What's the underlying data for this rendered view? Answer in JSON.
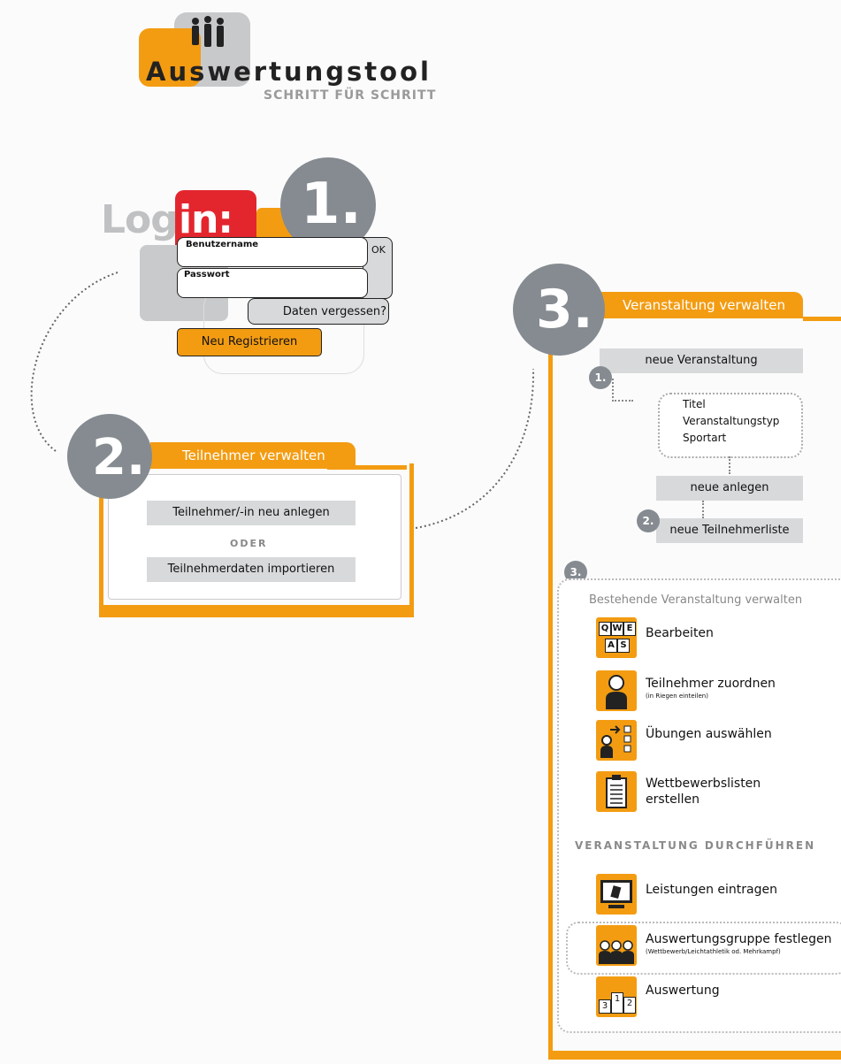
{
  "header": {
    "title": "Auswertungstool",
    "subtitle": "SCHRITT FÜR SCHRITT"
  },
  "step1": {
    "number": "1.",
    "login_word_gray": "Log",
    "login_word_red": "in:",
    "username_label": "Benutzername",
    "password_label": "Passwort",
    "ok_label": "OK",
    "forgot_label": "Daten vergessen?",
    "register_label": "Neu Registrieren"
  },
  "step2": {
    "number": "2.",
    "tab_label": "Teilnehmer verwalten",
    "new_participant": "Teilnehmer/-in neu anlegen",
    "or_label": "ODER",
    "import_label": "Teilnehmerdaten importieren"
  },
  "step3": {
    "number": "3.",
    "tab_label": "Veranstaltung verwalten",
    "new_event": "neue Veranstaltung",
    "sub1_number": "1.",
    "fields": [
      "Titel",
      "Veranstaltungstyp",
      "Sportart"
    ],
    "create_new": "neue anlegen",
    "sub2_number": "2.",
    "new_list": "neue Teilnehmerliste",
    "sub3_number": "3.",
    "manage_heading": "Bestehende Veranstaltung verwalten",
    "items": [
      {
        "label": "Bearbeiten",
        "sub": "",
        "icon": "keyboard-icon"
      },
      {
        "label": "Teilnehmer zuordnen",
        "sub": "(in Riegen einteilen)",
        "icon": "person-icon"
      },
      {
        "label": "Übungen auswählen",
        "sub": "",
        "icon": "checklist-icon"
      },
      {
        "label": "Wettbewerbslisten",
        "sub": "erstellen",
        "icon": "clipboard-icon"
      }
    ],
    "run_heading": "VERANSTALTUNG DURCHFÜHREN",
    "run_items": [
      {
        "label": "Leistungen eintragen",
        "sub": "",
        "icon": "monitor-icon"
      },
      {
        "label": "Auswertungsgruppe festlegen",
        "sub": "(Wettbewerb/Leichtathletik od. Mehrkampf)",
        "icon": "group-icon"
      },
      {
        "label": "Auswertung",
        "sub": "",
        "icon": "podium-icon"
      }
    ],
    "podium_digits": [
      "3",
      "1",
      "2"
    ],
    "keyboard_keys": [
      "Q",
      "W",
      "E",
      "A",
      "S"
    ]
  },
  "colors": {
    "accent": "#f39c12",
    "circle": "#858b90",
    "red": "#e3262e",
    "button_gray": "#d7d9da"
  }
}
